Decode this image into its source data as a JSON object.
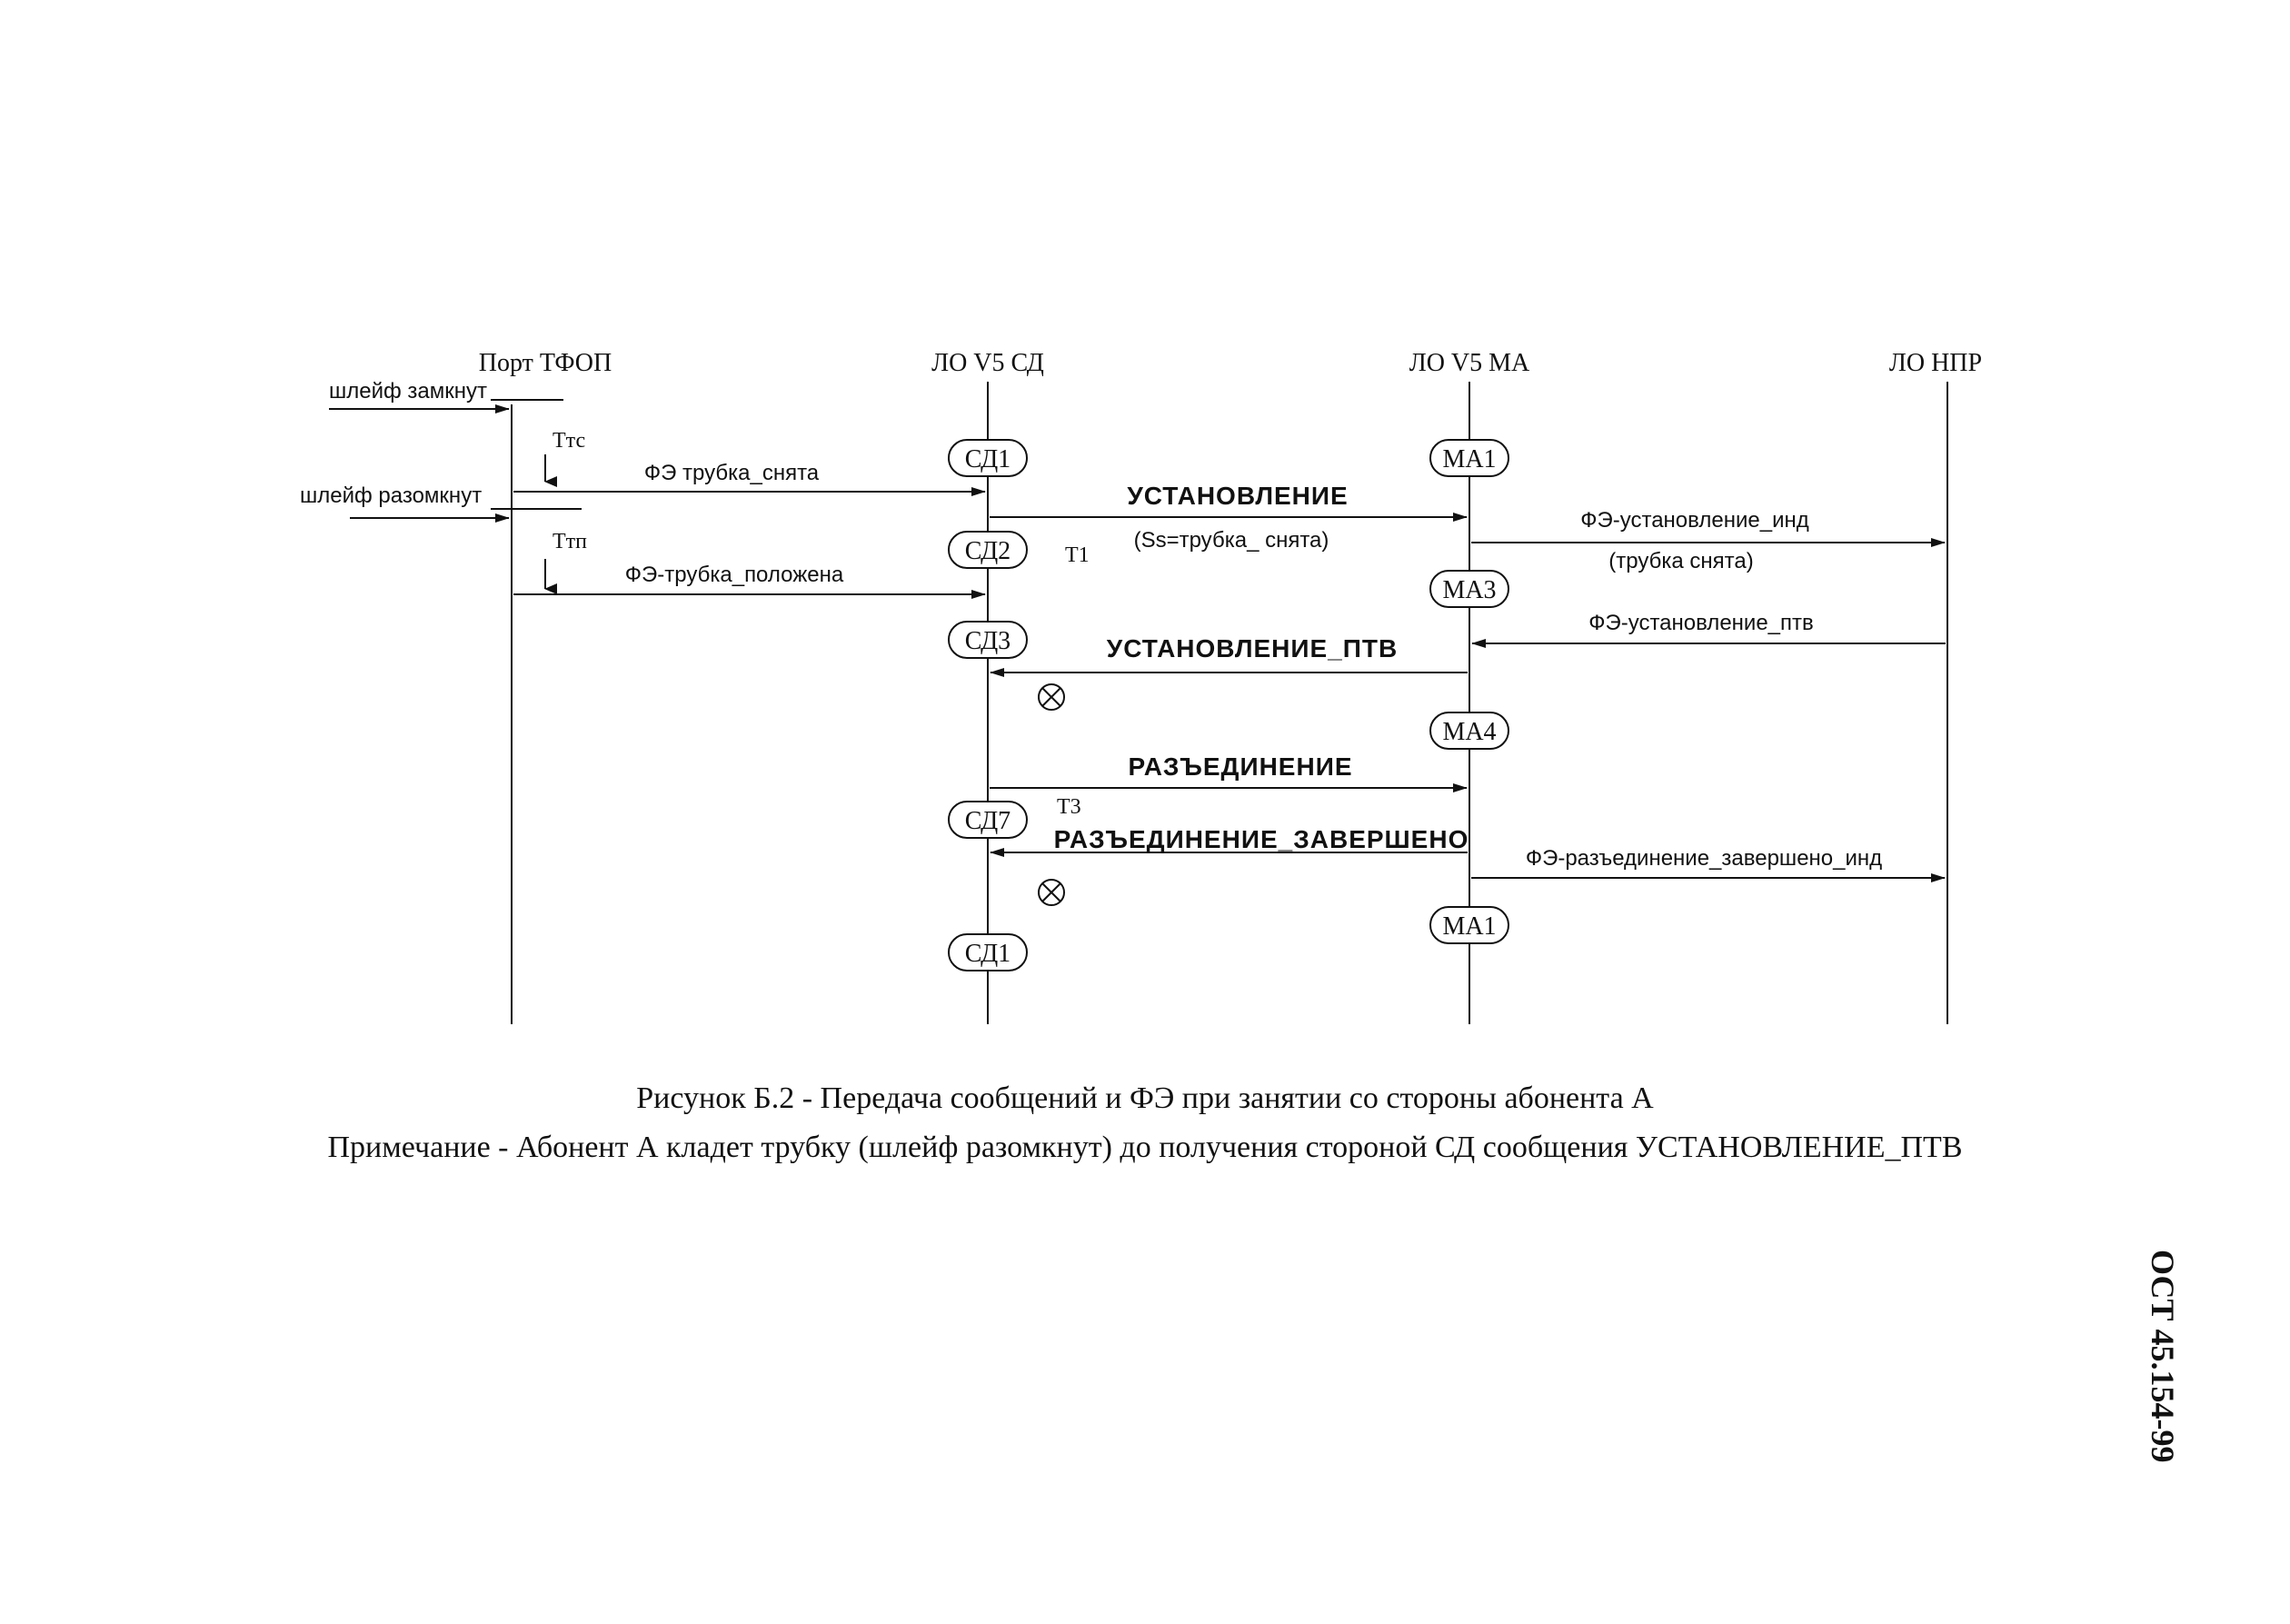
{
  "lanes": [
    {
      "id": "port",
      "label": "Порт ТФОП"
    },
    {
      "id": "sd",
      "label": "ЛО V5 СД"
    },
    {
      "id": "ma",
      "label": "ЛО V5 МА"
    },
    {
      "id": "npr",
      "label": "ЛО НПР"
    }
  ],
  "external_inputs": [
    {
      "id": "loop-closed",
      "label": "шлейф замкнут"
    },
    {
      "id": "loop-open",
      "label": "шлейф разомкнут"
    }
  ],
  "timers": [
    {
      "id": "ttc",
      "label": "Ттс"
    },
    {
      "id": "ttp",
      "label": "Ттп"
    },
    {
      "id": "t1",
      "label": "Т1"
    },
    {
      "id": "t3",
      "label": "Т3"
    }
  ],
  "messages": [
    {
      "id": "m1",
      "from": "port",
      "to": "sd",
      "label": "ФЭ трубка_снята",
      "sublabel": ""
    },
    {
      "id": "m2",
      "from": "sd",
      "to": "ma",
      "label": "УСТАНОВЛЕНИЕ",
      "sublabel": "(Ss=трубка_ снята)"
    },
    {
      "id": "m3",
      "from": "ma",
      "to": "npr",
      "label": "ФЭ-установление_инд",
      "sublabel": "(трубка снята)"
    },
    {
      "id": "m4",
      "from": "port",
      "to": "sd",
      "label": "ФЭ-трубка_положена",
      "sublabel": ""
    },
    {
      "id": "m5",
      "from": "npr",
      "to": "ma",
      "label": "ФЭ-установление_птв",
      "sublabel": ""
    },
    {
      "id": "m6",
      "from": "ma",
      "to": "sd",
      "label": "УСТАНОВЛЕНИЕ_ПТВ",
      "sublabel": ""
    },
    {
      "id": "m7",
      "from": "sd",
      "to": "ma",
      "label": "РАЗЪЕДИНЕНИЕ",
      "sublabel": ""
    },
    {
      "id": "m8",
      "from": "ma",
      "to": "sd",
      "label": "РАЗЪЕДИНЕНИЕ_ЗАВЕРШЕНО",
      "sublabel": ""
    },
    {
      "id": "m9",
      "from": "ma",
      "to": "npr",
      "label": "ФЭ-разъединение_завершено_инд",
      "sublabel": ""
    }
  ],
  "states": [
    {
      "id": "sd1a",
      "lane": "sd",
      "label": "СД1"
    },
    {
      "id": "sd2",
      "lane": "sd",
      "label": "СД2"
    },
    {
      "id": "sd3",
      "lane": "sd",
      "label": "СД3"
    },
    {
      "id": "sd7",
      "lane": "sd",
      "label": "СД7"
    },
    {
      "id": "sd1b",
      "lane": "sd",
      "label": "СД1"
    },
    {
      "id": "ma1a",
      "lane": "ma",
      "label": "МА1"
    },
    {
      "id": "ma3",
      "lane": "ma",
      "label": "МА3"
    },
    {
      "id": "ma4",
      "lane": "ma",
      "label": "МА4"
    },
    {
      "id": "ma1b",
      "lane": "ma",
      "label": "МА1"
    }
  ],
  "caption": {
    "title": "Рисунок Б.2 - Передача сообщений и ФЭ при занятии со стороны абонента А",
    "note": "Примечание - Абонент А кладет трубку (шлейф разомкнут) до получения стороной СД сообщения УСТАНОВЛЕНИЕ_ПТВ"
  },
  "document_code": "ОСТ 45.154-99",
  "colors": {
    "ink": "#111111",
    "paper": "#ffffff"
  }
}
